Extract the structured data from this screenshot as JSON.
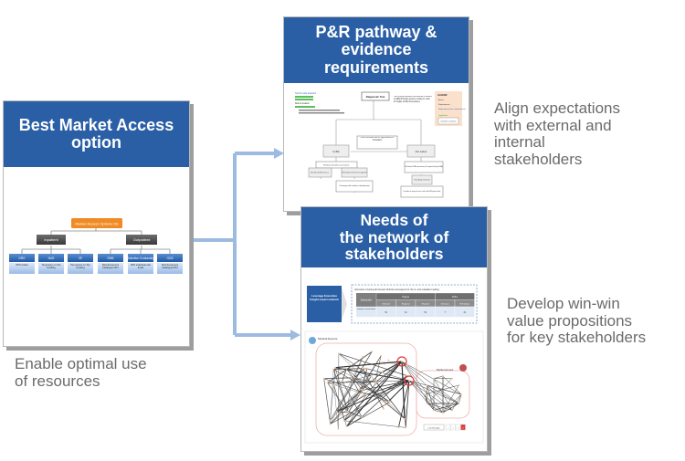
{
  "cards": [
    {
      "title": "Best Market Access\noption",
      "org_chart": {
        "root": "Market Access Options DE",
        "groups": [
          {
            "label": "Inpatient",
            "children": [
              {
                "head": "DRG",
                "body": "OPS Codes"
              },
              {
                "head": "NUB",
                "body": "Temporary on-Top Funding"
              },
              {
                "head": "ZE",
                "body": "Permanent on-Top Funding"
              }
            ]
          },
          {
            "label": "Outpatient",
            "children": [
              {
                "head": "EBM",
                "body": "Reimbursement Catalogue GKV"
              },
              {
                "head": "Selective Contracting",
                "body": "With individual sick funds"
              },
              {
                "head": "GOÄ",
                "body": "Reimbursement Catalogue PKV"
              }
            ]
          }
        ]
      }
    },
    {
      "title": "P&R pathway &\nevidence\nrequirements",
      "flowchart": {
        "top": "Diagnostic Test",
        "notes_left": [
          "Tool for early detection",
          "Real innovation"
        ],
        "notes_right": "Technology already (somewhat) included in EBM through generic coding or code for highly similar procedures",
        "center": "G-BA consults BA on significance of innovation",
        "left_node": "G-BA",
        "right_node": "AG Labor",
        "left_children": [
          "Performs benefit assessment",
          "Benefit attributed (+/-)",
          "Potential for benefit recognized",
          "Coverage with evidence development"
        ],
        "right_children": [
          "Performs HTA assessment (if required by the BA)",
          "Resettings restarted",
          "Decides on entry of new code and GKV-point value"
        ],
        "legend": {
          "title": "LEGEND",
          "items": [
            "Actors",
            "Requirements",
            "Requirements test early detection",
            "Legal basis",
            "Institution or decision"
          ]
        }
      }
    },
    {
      "title": "Needs of\nthe network of\nstakeholders",
      "leverage_label": "Leverage Executive Insight expert network",
      "table": {
        "caption": "Interviews covering all relevant clinician and payers for the in- and outpatient setting",
        "row_header": "Stakeholder",
        "groups": [
          {
            "label": "Payers",
            "span": 3
          },
          {
            "label": "KOLs",
            "span": 2
          }
        ],
        "columns": [
          "National",
          "Regional",
          "Hospital",
          "Clinicians",
          "Pathologist"
        ],
        "row_label": "Number of interviews",
        "values": [
          "5x",
          "3x",
          "5x",
          "7",
          "3x"
        ]
      },
      "network": {
        "cluster_left": "Medical Experts",
        "cluster_right": "Market Access",
        "link_strength_label": "Link Strength",
        "link_strength_levels": [
          "1",
          "2",
          "3",
          "4"
        ]
      }
    }
  ],
  "captions": {
    "card1": "Enable optimal use\nof resources",
    "card2": "Align expectations\nwith external and\ninternal\nstakeholders",
    "card3": "Develop win-win\nvalue propositions\nfor key stakeholders"
  },
  "colors": {
    "header_blue": "#2a5fa6",
    "connector": "#9dbbe0",
    "root_orange": "#f08a24",
    "caption_gray": "#6b6b6b",
    "network_red": "#e03a3a"
  }
}
